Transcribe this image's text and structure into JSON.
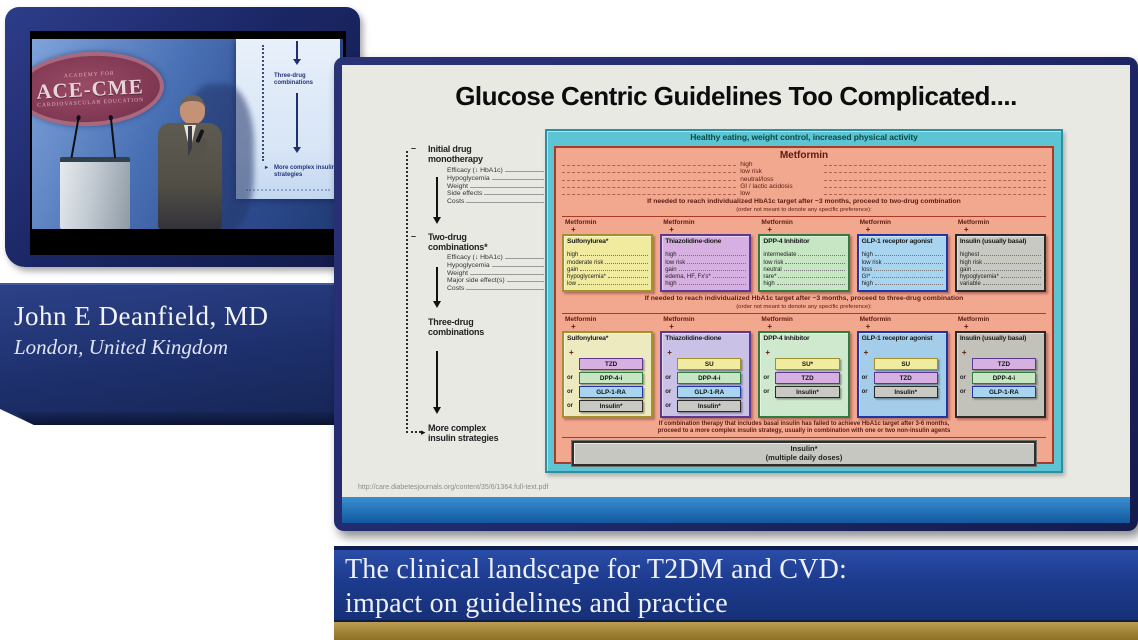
{
  "video": {
    "logo": {
      "arc_top": "ACADEMY FOR",
      "main": "ACE-CME",
      "arc_bottom": "CARDIOVASCULAR EDUCATION"
    },
    "projection": {
      "label_three_drug": "Three-drug combinations",
      "label_more_complex": "More complex insulin strategies"
    }
  },
  "speaker": {
    "name": "John E Deanfield, MD",
    "location": "London, United Kingdom"
  },
  "slide": {
    "title": "Glucose Centric Guidelines Too Complicated....",
    "source_url": "http://care.diabetesjournals.org/content/35/6/1364.full-text.pdf",
    "figure": {
      "top_banner": "Healthy eating, weight control, increased physical activity",
      "left_rail": {
        "stage1": "Initial drug monotherapy",
        "stage2": "Two-drug combinations*",
        "stage3": "Three-drug combinations",
        "stage4": "More complex insulin strategies",
        "mono_criteria": [
          "Efficacy (↓ HbA1c)",
          "Hypoglycemia",
          "Weight",
          "Side effects",
          "Costs"
        ],
        "duo_criteria": [
          "Efficacy (↓ HbA1c)",
          "Hypoglycemia",
          "Weight",
          "Major side effect(s)",
          "Costs"
        ]
      },
      "monotherapy": {
        "drug": "Metformin",
        "attributes": [
          "high",
          "low risk",
          "neutral/loss",
          "GI / lactic acidosis",
          "low"
        ]
      },
      "to_two_drug_note": "If needed to reach individualized HbA1c target after ~3 months, proceed to two-drug combination",
      "to_three_drug_note": "If needed to reach individualized HbA1c target after ~3 months, proceed to three-drug combination",
      "note_suffix": "(order not meant to denote any specific preference):",
      "base_drug": "Metformin",
      "plus": "+",
      "or": "or",
      "two_drug": [
        {
          "name": "Sulfonylurea*",
          "color": "yellow",
          "attributes": [
            "high",
            "moderate risk",
            "gain",
            "hypoglycemia*",
            "low"
          ]
        },
        {
          "name": "Thiazolidine-dione",
          "color": "purple",
          "attributes": [
            "high",
            "low risk",
            "gain",
            "edema, HF, Fx's*",
            "high"
          ]
        },
        {
          "name": "DPP-4 Inhibitor",
          "color": "green",
          "attributes": [
            "intermediate",
            "low risk",
            "neutral",
            "rare*",
            "high"
          ]
        },
        {
          "name": "GLP-1 receptor agonist",
          "color": "blue",
          "attributes": [
            "high",
            "low risk",
            "loss",
            "GI*",
            "high"
          ]
        },
        {
          "name": "Insulin (usually basal)",
          "color": "gray",
          "attributes": [
            "highest",
            "high risk",
            "gain",
            "hypoglycemia*",
            "variable"
          ]
        }
      ],
      "three_drug": [
        {
          "name": "Sulfonylurea*",
          "color": "yellow",
          "options": [
            {
              "label": "TZD",
              "color": "purple"
            },
            {
              "label": "DPP-4-i",
              "color": "green"
            },
            {
              "label": "GLP-1-RA",
              "color": "blue"
            },
            {
              "label": "Insulin*",
              "color": "gray"
            }
          ]
        },
        {
          "name": "Thiazolidine-dione",
          "color": "purple",
          "options": [
            {
              "label": "SU",
              "color": "yellow"
            },
            {
              "label": "DPP-4-i",
              "color": "green"
            },
            {
              "label": "GLP-1-RA",
              "color": "blue"
            },
            {
              "label": "Insulin*",
              "color": "gray"
            }
          ]
        },
        {
          "name": "DPP-4 Inhibitor",
          "color": "green",
          "options": [
            {
              "label": "SU*",
              "color": "yellow"
            },
            {
              "label": "TZD",
              "color": "purple"
            },
            {
              "label": "Insulin*",
              "color": "gray"
            }
          ]
        },
        {
          "name": "GLP-1 receptor agonist",
          "color": "blue",
          "options": [
            {
              "label": "SU",
              "color": "yellow"
            },
            {
              "label": "TZD",
              "color": "purple"
            },
            {
              "label": "Insulin*",
              "color": "gray"
            }
          ]
        },
        {
          "name": "Insulin (usually basal)",
          "color": "gray",
          "options": [
            {
              "label": "TZD",
              "color": "purple"
            },
            {
              "label": "DPP-4-i",
              "color": "green"
            },
            {
              "label": "GLP-1-RA",
              "color": "blue"
            }
          ]
        }
      ],
      "insulin_note_line1": "If combination therapy that includes basal insulin has failed to achieve HbA1c target after 3-6 months,",
      "insulin_note_line2": "proceed to a more complex insulin strategy, usually in combination with one or two non-insulin agents",
      "final_box_line1": "Insulin*",
      "final_box_line2": "(multiple daily doses)"
    }
  },
  "footer": {
    "title_line1": "The clinical landscape for T2DM and CVD:",
    "title_line2": "impact on guidelines and practice"
  },
  "colors": {
    "theme": {
      "navy_frame": "#20296b",
      "slide_bg": "#e9e9e4",
      "teal": "#5cc4d3",
      "salmon": "#f2a78f",
      "salmon_border": "#a83a28",
      "blue_bar_top": "#3a8fd0",
      "blue_bar_bottom": "#1259a0",
      "footer_top": "#2a4da8",
      "footer_bottom": "#163077",
      "gold_top": "#bb9c50",
      "gold_bottom": "#8d7026"
    },
    "drugs": {
      "yellow": {
        "bg": "#f0eb9e",
        "light": "#eeeac0",
        "border": "#a0922c"
      },
      "purple": {
        "bg": "#d6b0e0",
        "light": "#c9c2e6",
        "border": "#5c3890"
      },
      "green": {
        "bg": "#c6e6c4",
        "light": "#cfe9cf",
        "border": "#337a40"
      },
      "blue": {
        "bg": "#a8d4ef",
        "light": "#a3cde9",
        "border": "#2036a8"
      },
      "gray": {
        "bg": "#c9c9c3",
        "light": "#c2c2ba",
        "border": "#2a2a2a"
      }
    }
  }
}
